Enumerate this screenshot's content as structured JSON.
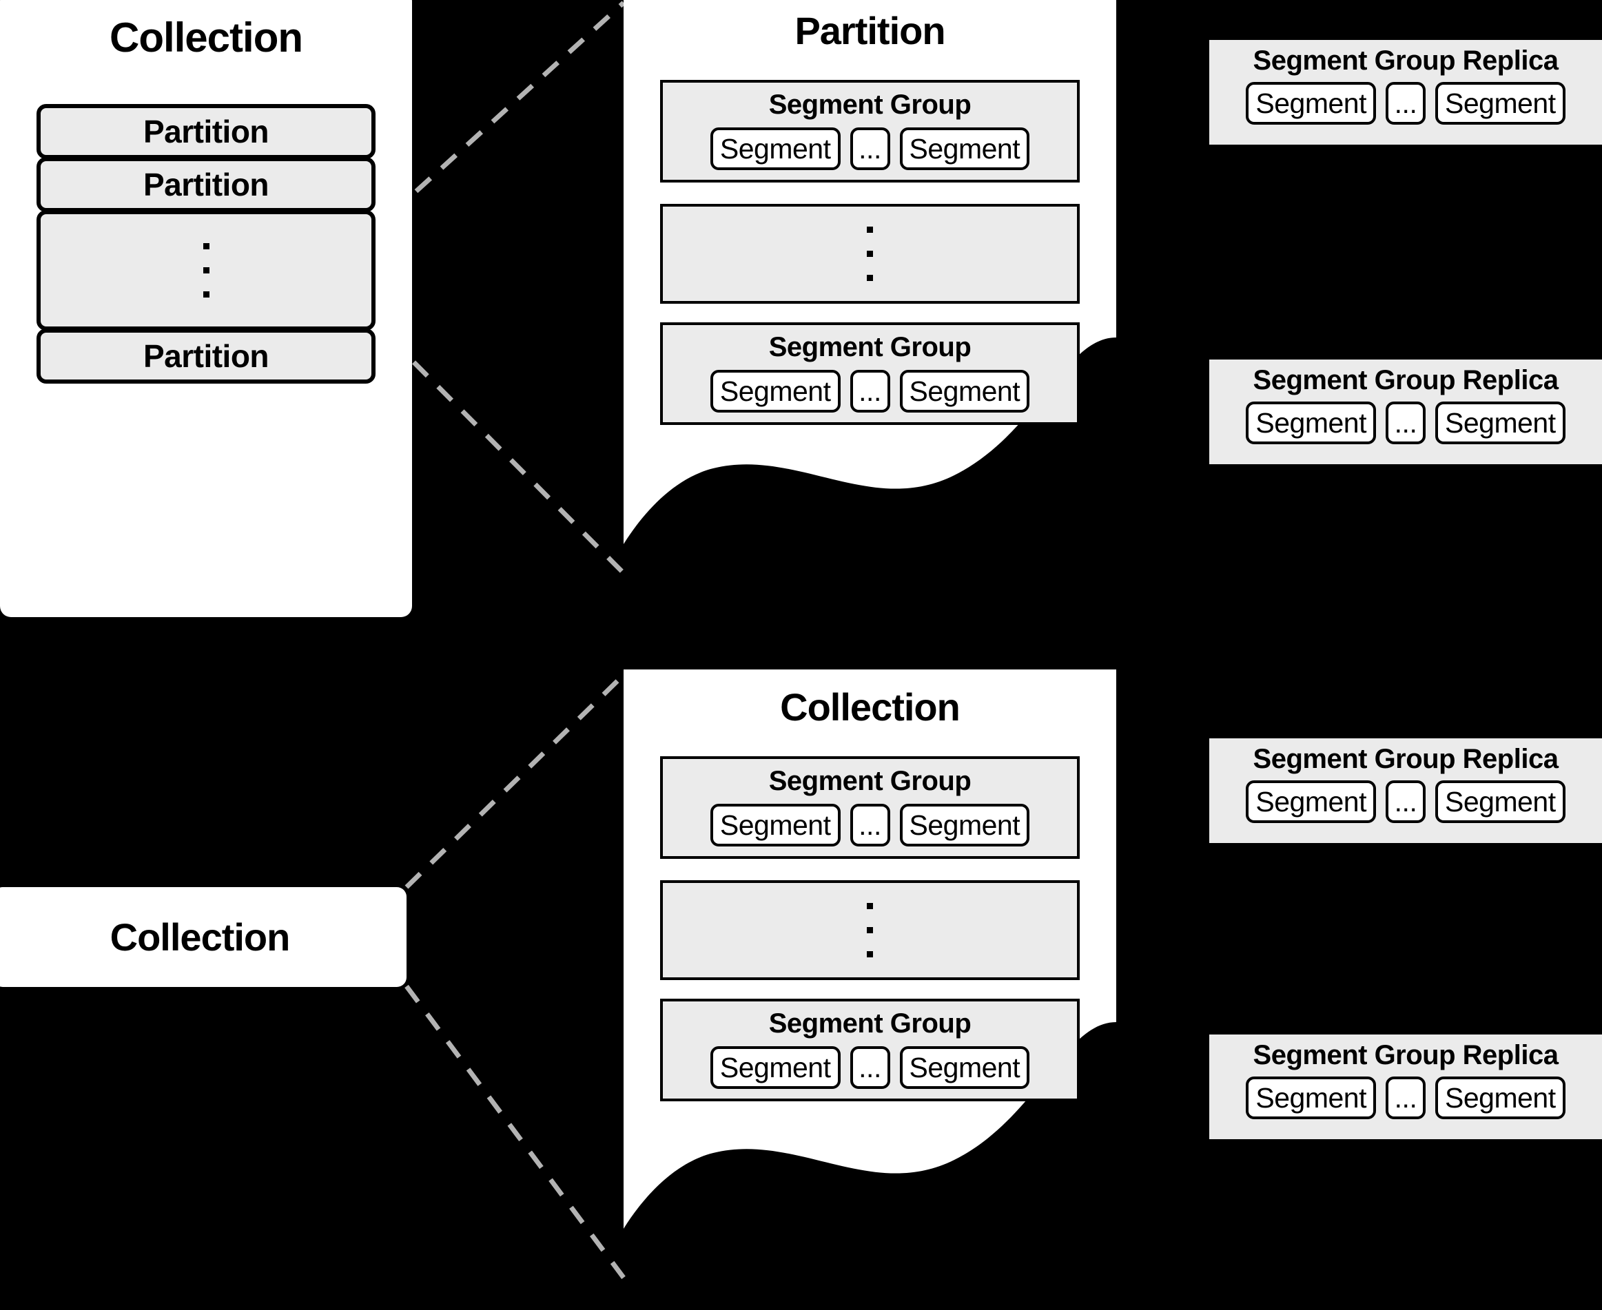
{
  "diagram": {
    "title": "Collection / Partition / Segment Group data layout",
    "colors": {
      "background": "#000000",
      "card": "#ffffff",
      "block": "#ebebeb",
      "stroke": "#000000",
      "connector": "#b3b3b3"
    }
  },
  "left_collection": {
    "title": "Collection",
    "partitions": [
      {
        "label": "Partition",
        "kind": "item"
      },
      {
        "label": "Partition",
        "kind": "item"
      },
      {
        "label": "",
        "kind": "ellipsis"
      },
      {
        "label": "Partition",
        "kind": "item"
      }
    ]
  },
  "partition_detail": {
    "title": "Partition",
    "segment_groups": [
      {
        "title": "Segment Group",
        "segments": [
          "Segment",
          "...",
          "Segment"
        ]
      },
      {
        "title": "",
        "kind": "ellipsis"
      },
      {
        "title": "Segment Group",
        "segments": [
          "Segment",
          "...",
          "Segment"
        ]
      }
    ]
  },
  "bottom_collection_label": {
    "title": "Collection"
  },
  "collection_detail": {
    "title": "Collection",
    "segment_groups": [
      {
        "title": "Segment Group",
        "segments": [
          "Segment",
          "...",
          "Segment"
        ]
      },
      {
        "title": "",
        "kind": "ellipsis"
      },
      {
        "title": "Segment Group",
        "segments": [
          "Segment",
          "...",
          "Segment"
        ]
      }
    ]
  },
  "replicas": [
    {
      "title": "Segment Group Replica",
      "segments": [
        "Segment",
        "...",
        "Segment"
      ]
    },
    {
      "title": "Segment Group Replica",
      "segments": [
        "Segment",
        "...",
        "Segment"
      ]
    },
    {
      "title": "Segment Group Replica",
      "segments": [
        "Segment",
        "...",
        "Segment"
      ]
    },
    {
      "title": "Segment Group Replica",
      "segments": [
        "Segment",
        "...",
        "Segment"
      ]
    }
  ]
}
